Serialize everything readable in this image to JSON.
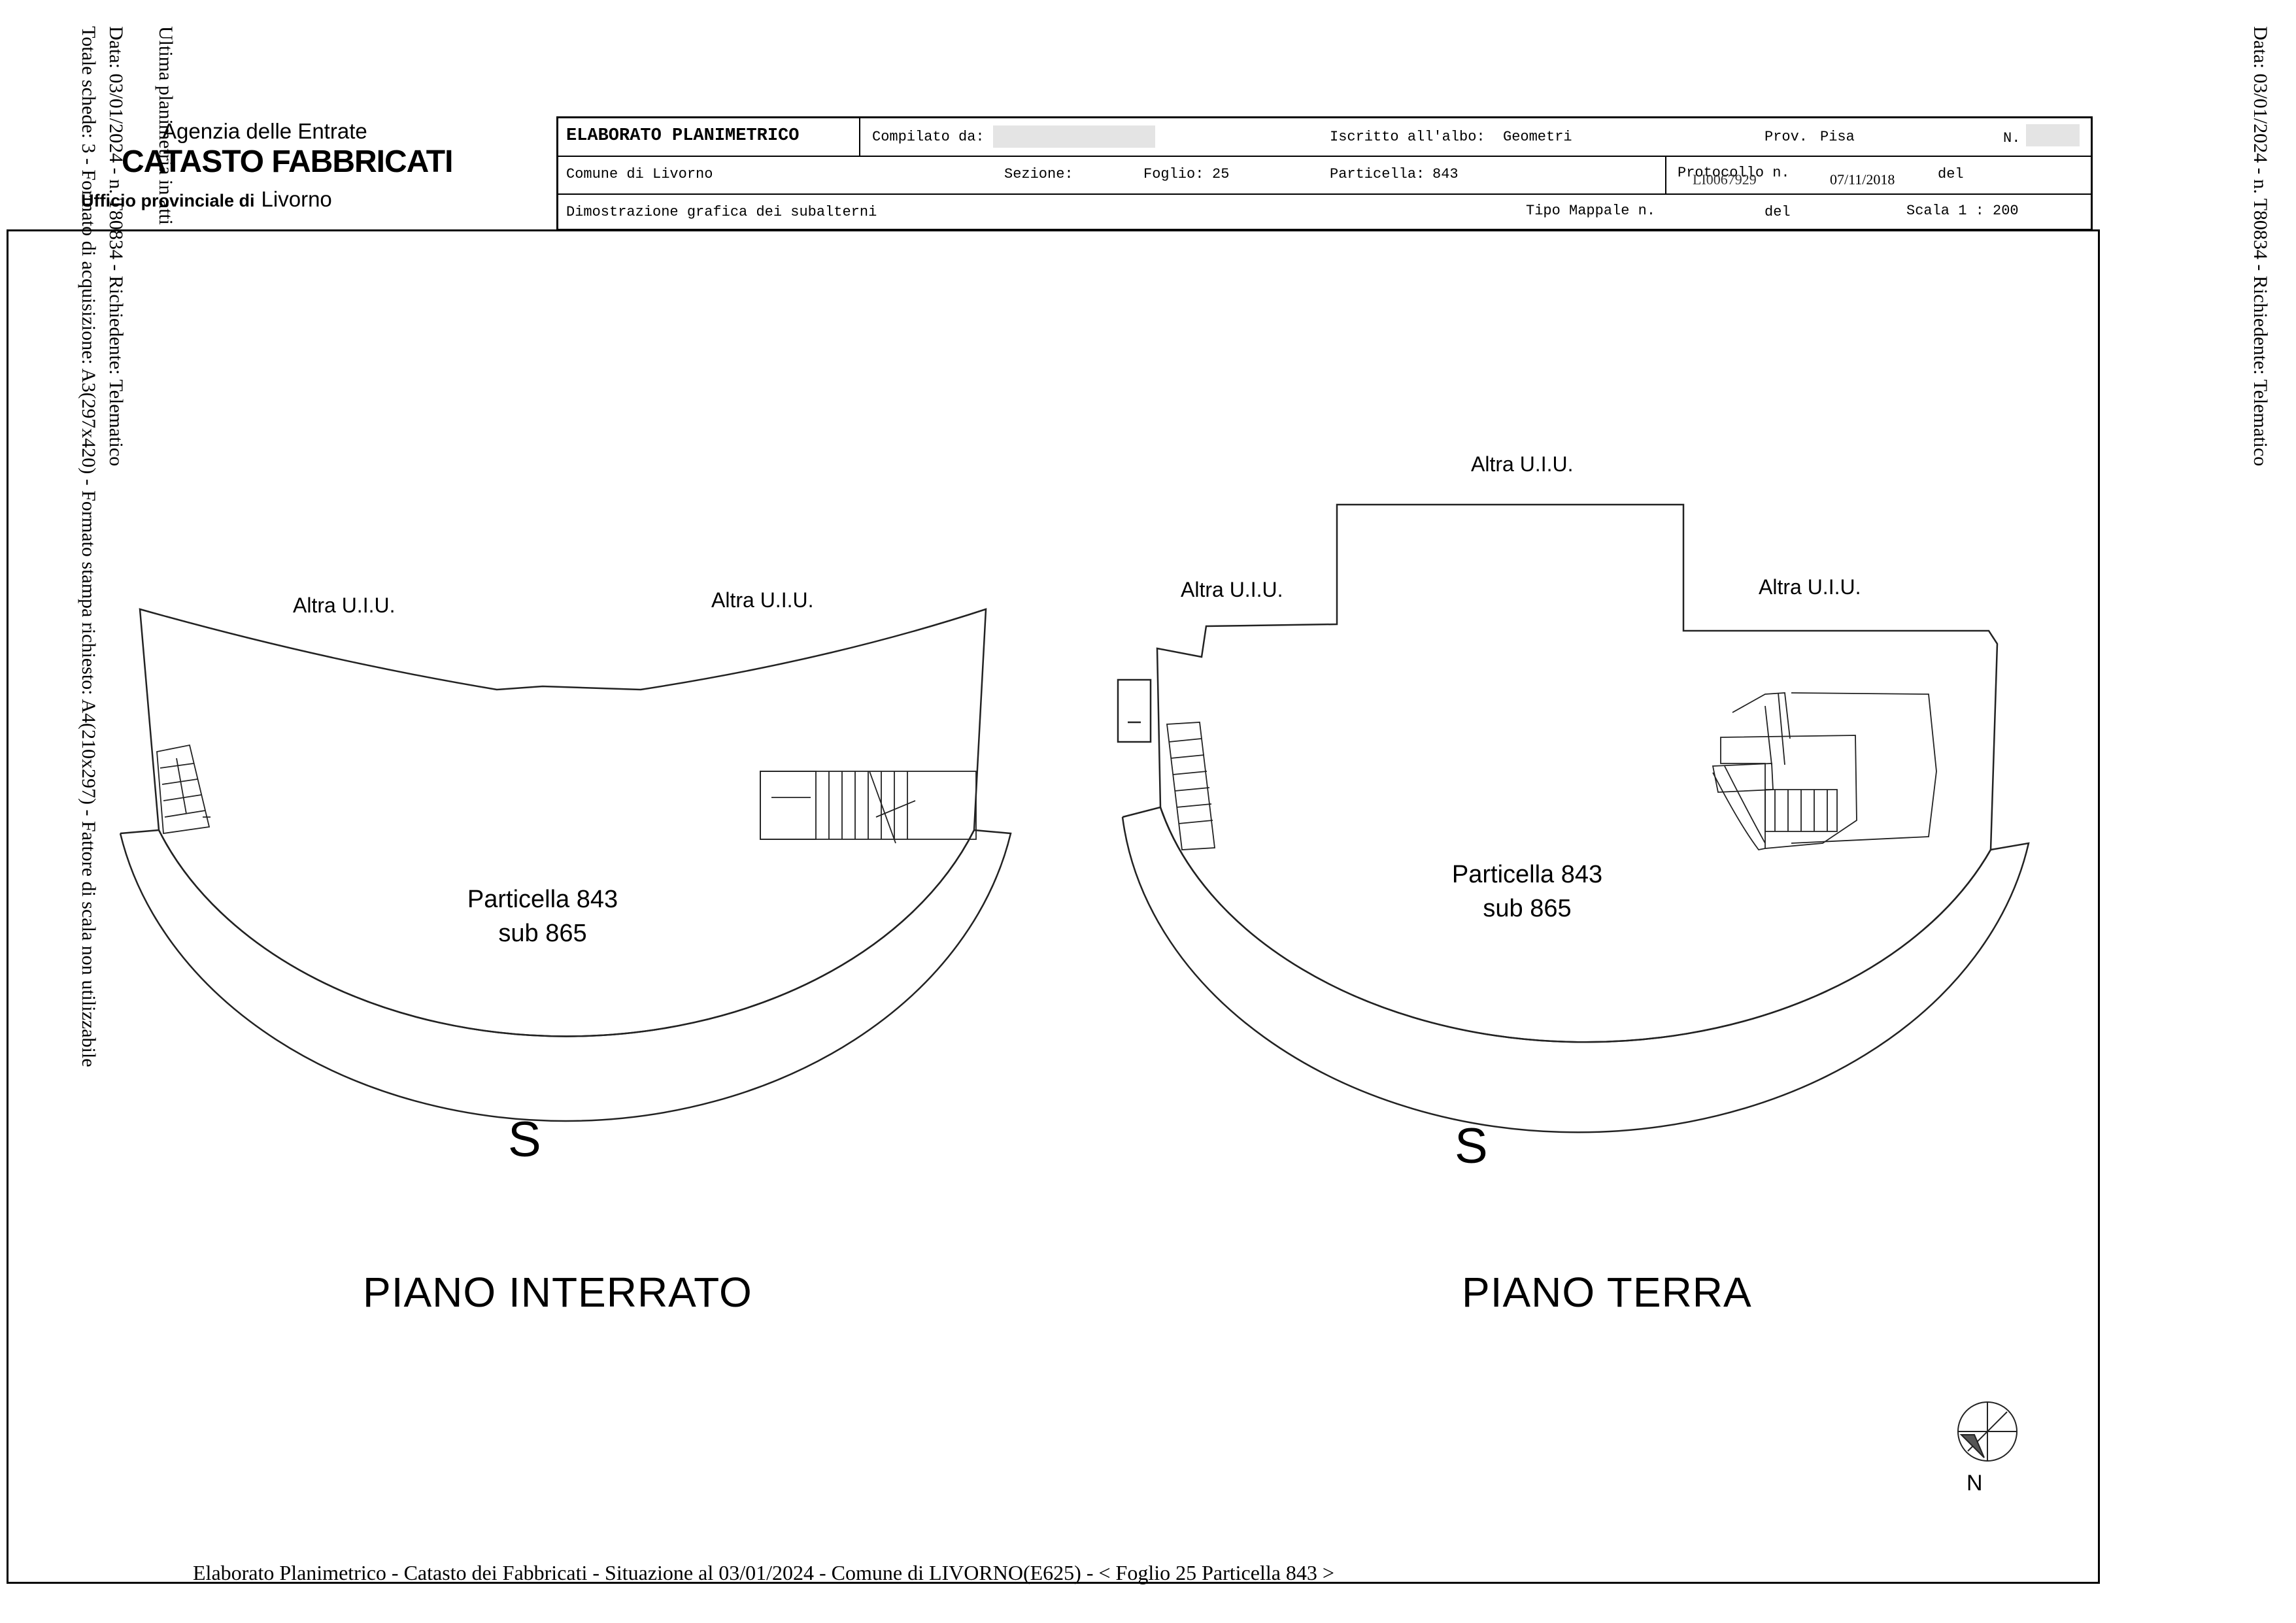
{
  "side_text": {
    "col1": "Totale schede: 3 - Formato di acquisizione: A3(297x420) - Formato stampa richiesto: A4(210x297) - Fattore di scala non utilizzabile",
    "col2": "Data: 03/01/2024 - n. T80834 - Richiedente: Telematico",
    "col3": "Ultima planimetria in atti",
    "right": "Data: 03/01/2024 - n. T80834 - Richiedente: Telematico"
  },
  "agency": {
    "line1": "Agenzia delle Entrate",
    "line2": "CATASTO FABBRICATI",
    "line3": "Ufficio provinciale di",
    "city": "Livorno"
  },
  "header": {
    "title": "ELABORATO PLANIMETRICO",
    "compilato_label": "Compilato da:",
    "albo_label": "Iscritto all'albo:",
    "albo_value": "Geometri",
    "prov_label": "Prov.",
    "prov_value": "Pisa",
    "n_label": "N.",
    "comune": "Comune di Livorno",
    "sezione_label": "Sezione:",
    "foglio_label": "Foglio:",
    "foglio_value": "25",
    "particella_label": "Particella:",
    "particella_value": "843",
    "protocollo_label": "Protocollo n.",
    "protocollo_value": "LI0067929",
    "protocollo_date": "07/11/2018",
    "del_label": "del",
    "dimostrazione": "Dimostrazione grafica dei subalterni",
    "tipo_mappale_label": "Tipo Mappale n.",
    "del_label2": "del",
    "scala_label": "Scala 1 : 200"
  },
  "plans": {
    "left": {
      "altra1": "Altra U.I.U.",
      "altra2": "Altra U.I.U.",
      "particella": "Particella 843",
      "sub": "sub 865",
      "s": "S",
      "floor": "PIANO INTERRATO"
    },
    "right": {
      "altra1": "Altra U.I.U.",
      "altra2": "Altra U.I.U.",
      "altra3": "Altra U.I.U.",
      "particella": "Particella 843",
      "sub": "sub 865",
      "s": "S",
      "floor": "PIANO TERRA"
    }
  },
  "north_label": "N",
  "footer": "Elaborato Planimetrico - Catasto dei Fabbricati - Situazione al 03/01/2024 - Comune di LIVORNO(E625) - < Foglio 25 Particella 843 >"
}
